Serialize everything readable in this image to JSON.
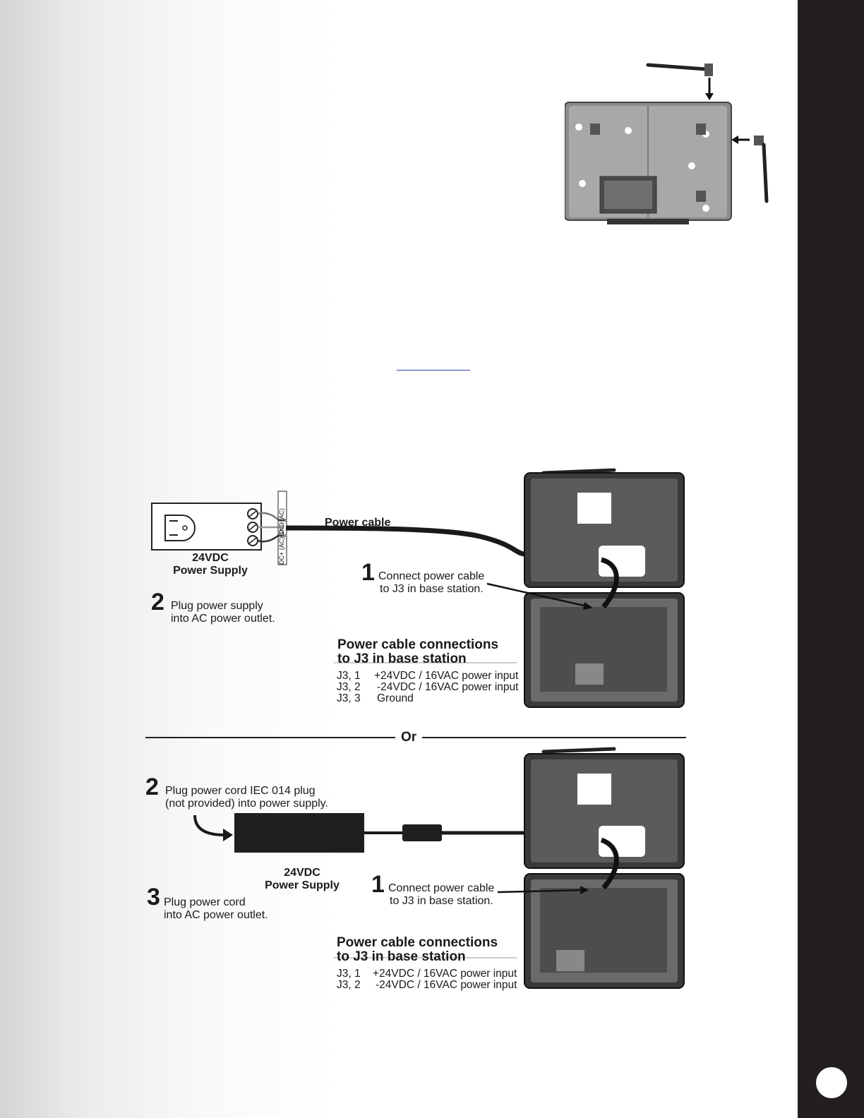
{
  "section1": {
    "supply_line1": "24VDC",
    "supply_line2": "Power Supply",
    "cable_label": "Power cable",
    "step1_num": "1",
    "step1_line1": "Connect power cable",
    "step1_line2": "to J3 in base station.",
    "step2_num": "2",
    "step2_line1": "Plug power supply",
    "step2_line2": "into AC power outlet.",
    "table_title_1": "Power cable connections",
    "table_title_2": "to J3 in base station",
    "rows": [
      {
        "pin": "J3, 1",
        "desc": "+24VDC / 16VAC power input"
      },
      {
        "pin": "J3, 2",
        "desc": "-24VDC / 16VAC power input"
      },
      {
        "pin": "J3, 3",
        "desc": "Ground"
      }
    ],
    "terminal_labels": [
      "DC- (AC)",
      "GND",
      "DC+ (AC)"
    ]
  },
  "or_label": "Or",
  "section2": {
    "step2_num": "2",
    "step2_line1": "Plug power cord IEC 014 plug",
    "step2_line2": "(not provided) into power supply.",
    "supply_line1": "24VDC",
    "supply_line2": "Power Supply",
    "step3_num": "3",
    "step3_line1": "Plug power cord",
    "step3_line2": "into AC power outlet.",
    "step1_num": "1",
    "step1_line1": "Connect power cable",
    "step1_line2": "to J3 in base station.",
    "table_title_1": "Power cable connections",
    "table_title_2": "to J3 in base station",
    "rows": [
      {
        "pin": "J3, 1",
        "desc": "+24VDC / 16VAC power input"
      },
      {
        "pin": "J3, 2",
        "desc": "-24VDC / 16VAC power input"
      }
    ]
  },
  "colors": {
    "sidebar": "#231f20",
    "ink": "#1a1a1a"
  }
}
